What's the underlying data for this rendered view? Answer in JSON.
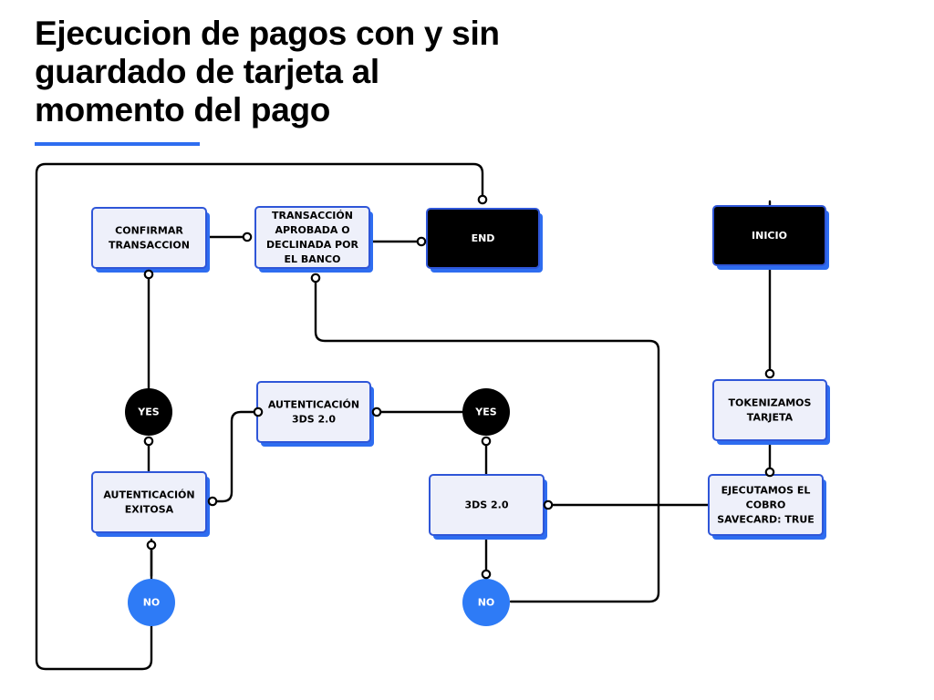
{
  "title": "Ejecucion de pagos con y sin guardado de tarjeta al momento del pago",
  "colors": {
    "accent": "#2e6df0",
    "node_fill": "#eef0fa",
    "node_border": "#2f56d8",
    "shadow": "#2e6df0",
    "terminal_fill": "#000000",
    "connector": "#000000",
    "circle_yes": "#000000",
    "circle_no": "#2e7bf6"
  },
  "nodes": {
    "confirmar": [
      "CONFIRMAR",
      "TRANSACCION"
    ],
    "transaccion": [
      "TRANSACCIÓN",
      "APROBADA O",
      "DECLINADA POR",
      "EL BANCO"
    ],
    "end": [
      "END"
    ],
    "inicio": [
      "INICIO"
    ],
    "tokenizamos": [
      "TOKENIZAMOS",
      "TARJETA"
    ],
    "ejecutamos": [
      "EJECUTAMOS EL",
      "COBRO",
      "SAVECARD: TRUE"
    ],
    "autenticacion_3ds": [
      "AUTENTICACIÓN",
      "3DS 2.0"
    ],
    "autenticacion_exitosa": [
      "AUTENTICACIÓN",
      "EXITOSA"
    ],
    "tres_ds": [
      "3DS 2.0"
    ]
  },
  "circles": {
    "yes_left": "YES",
    "yes_right": "YES",
    "no_left": "NO",
    "no_right": "NO"
  }
}
